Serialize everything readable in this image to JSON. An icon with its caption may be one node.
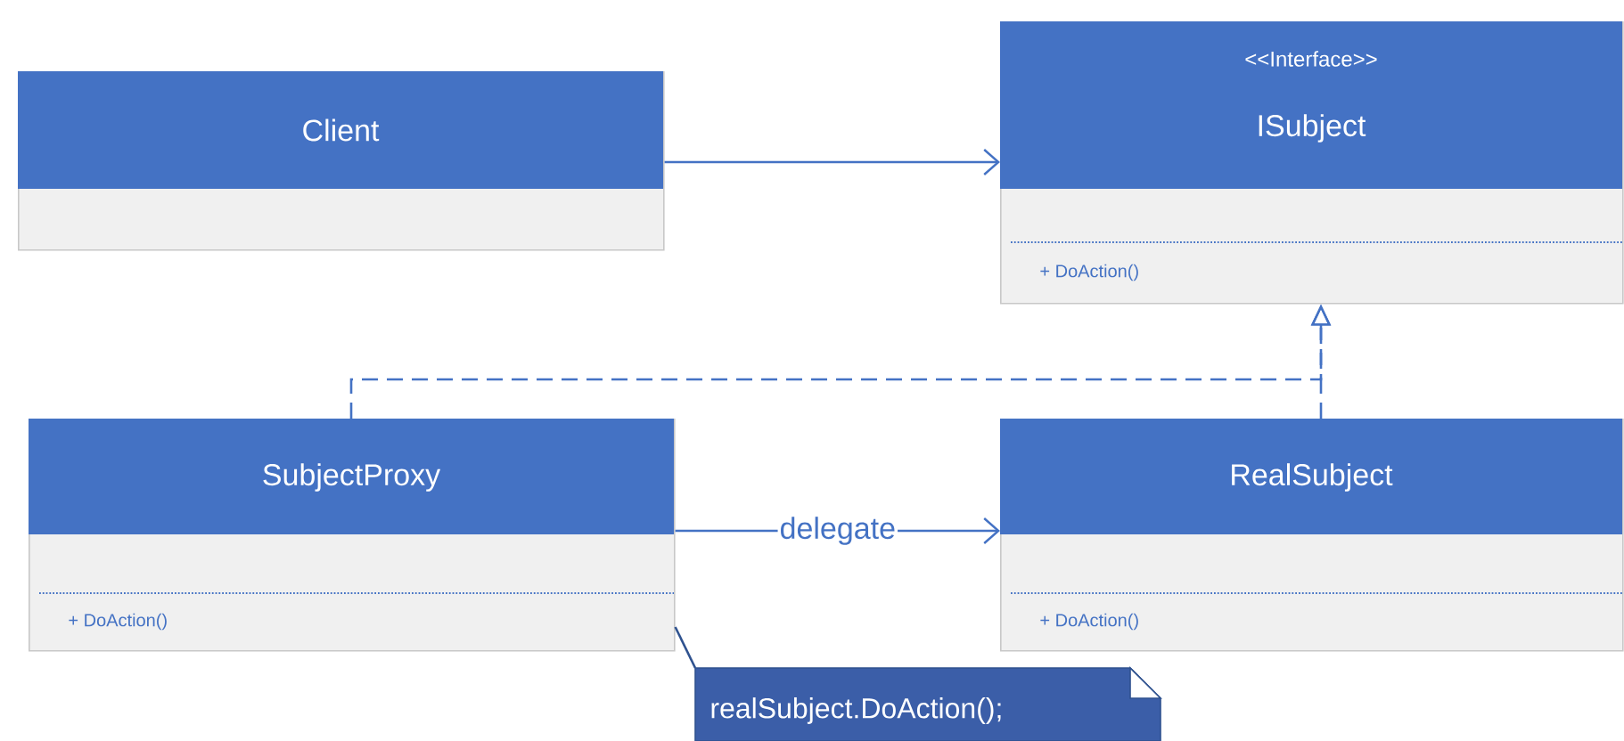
{
  "diagram": {
    "nodes": [
      {
        "text": [
          "Client"
        ]
      },
      {
        "text": [
          "<<Interface>>",
          "ISubject",
          "+ DoAction()"
        ]
      },
      {
        "text": [
          "SubjectProxy",
          "+ DoAction()"
        ]
      },
      {
        "text": [
          "RealSubject",
          "+ DoAction()"
        ]
      },
      {
        "text": [
          "realSubject.DoAction();"
        ]
      }
    ],
    "edges": [
      {
        "from": 0,
        "to": 1,
        "arrow": "to"
      },
      {
        "from": 2,
        "to": 1,
        "arrow": "to",
        "style": "dashed"
      },
      {
        "from": 3,
        "to": 1,
        "arrow": "to",
        "style": "dashed"
      },
      {
        "from": 2,
        "to": 3,
        "arrow": "to",
        "label": "delegate"
      },
      {
        "from": 4,
        "to": 2,
        "arrow": "none"
      }
    ]
  }
}
